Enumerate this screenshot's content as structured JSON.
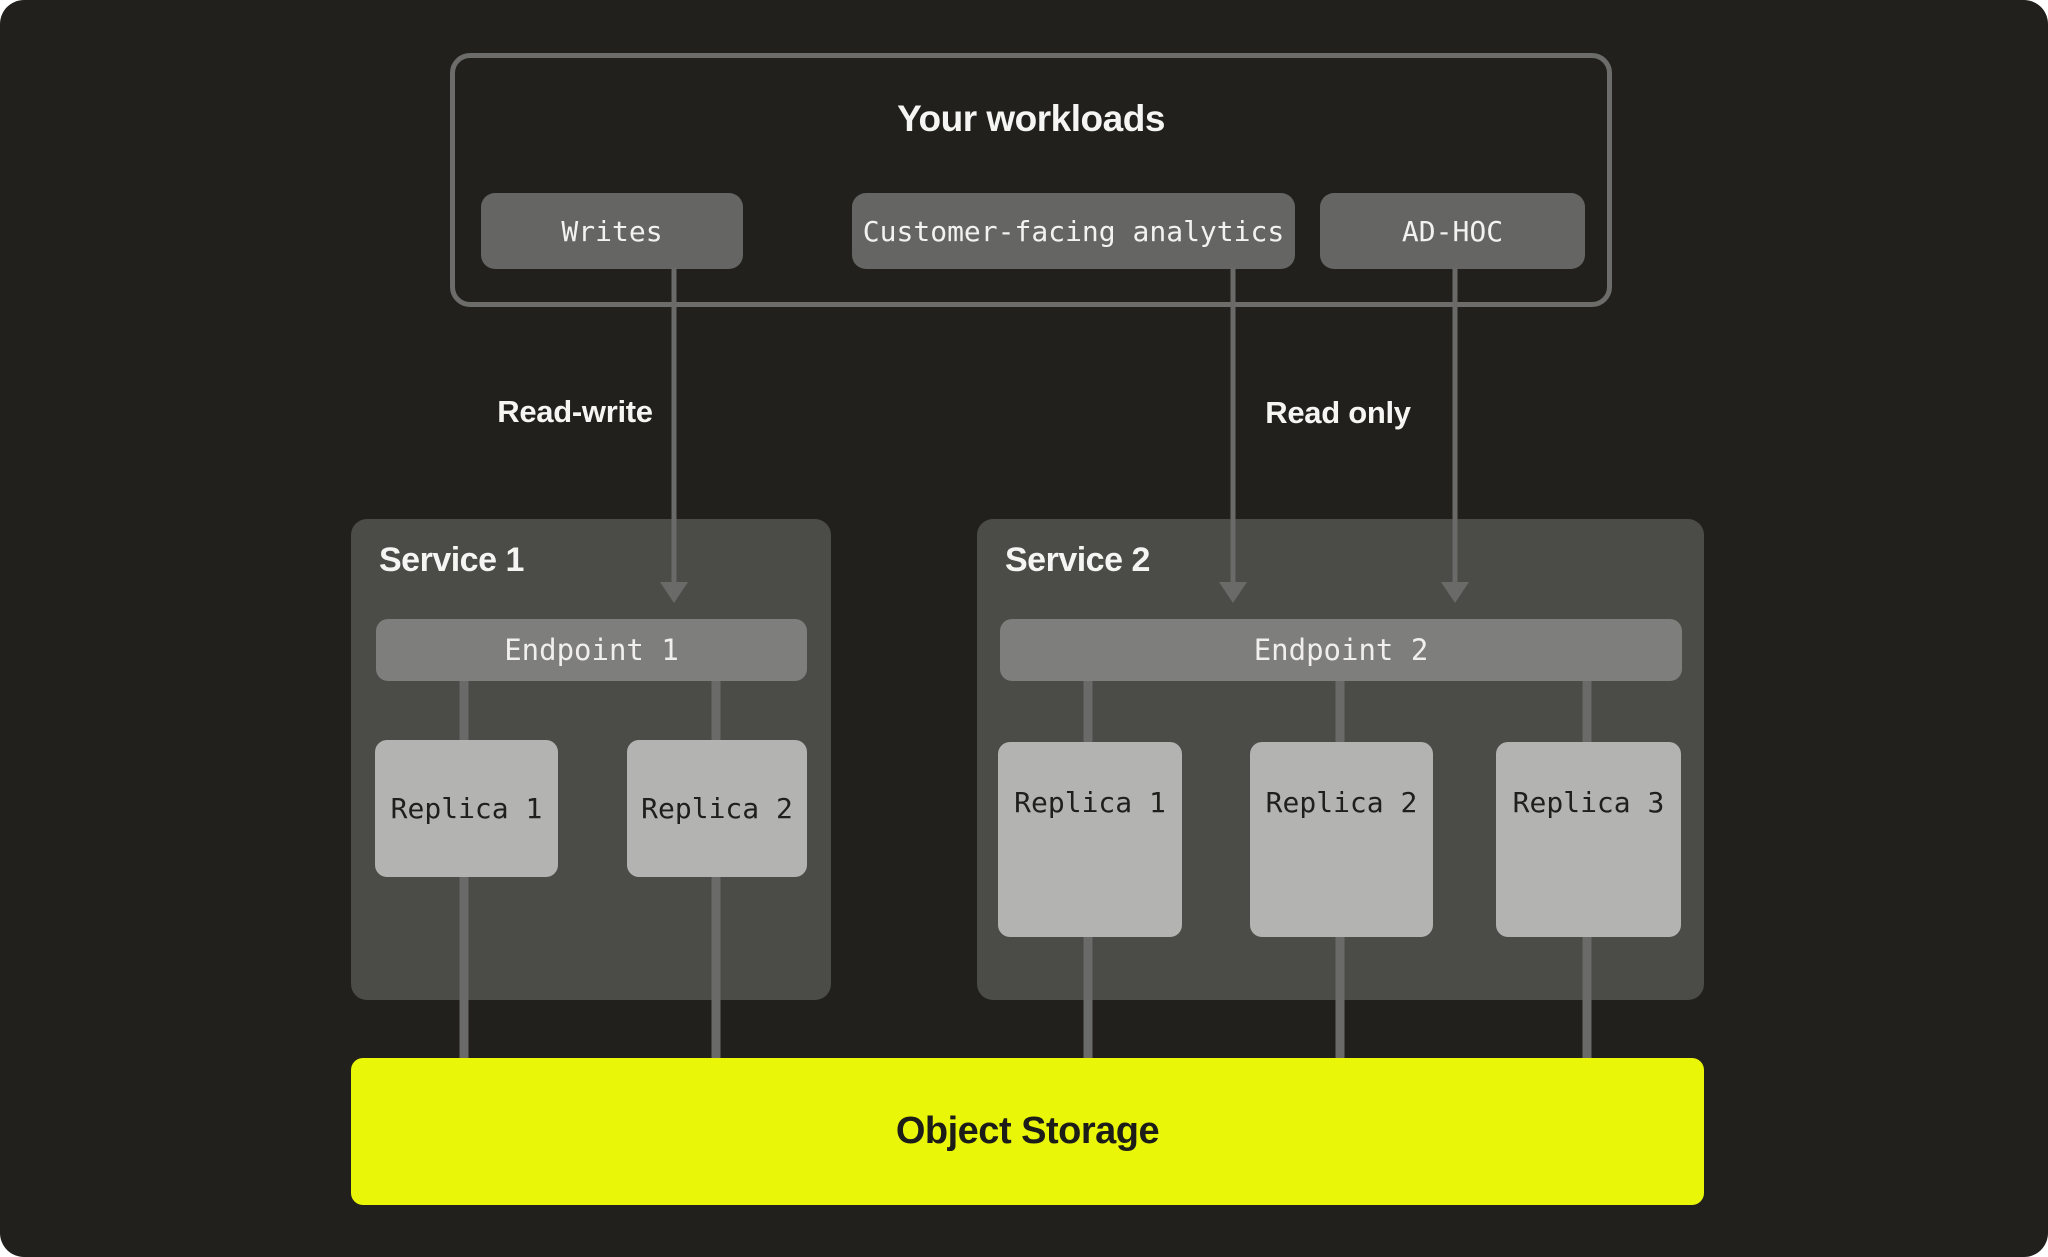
{
  "workloads": {
    "title": "Your workloads",
    "chips": [
      {
        "label": "Writes"
      },
      {
        "label": "Customer-facing analytics"
      },
      {
        "label": "AD-HOC"
      }
    ]
  },
  "edges": {
    "read_write_label": "Read-write",
    "read_only_label": "Read only",
    "connections": [
      {
        "from": "Writes",
        "to": "Endpoint 1",
        "label": "Read-write"
      },
      {
        "from": "Customer-facing analytics",
        "to": "Endpoint 2",
        "label": "Read only"
      },
      {
        "from": "AD-HOC",
        "to": "Endpoint 2",
        "label": "Read only"
      }
    ]
  },
  "services": [
    {
      "title": "Service 1",
      "endpoint": "Endpoint 1",
      "replicas": [
        "Replica 1",
        "Replica 2"
      ]
    },
    {
      "title": "Service 2",
      "endpoint": "Endpoint 2",
      "replicas": [
        "Replica 1",
        "Replica 2",
        "Replica 3"
      ]
    }
  ],
  "storage": {
    "label": "Object Storage"
  },
  "colors": {
    "background": "#21201C",
    "panel_border": "#6C6C6A",
    "chip_bg": "#656563",
    "service_bg": "#4B4B48",
    "endpoint_bg": "#7E7E7C",
    "replica_bg": "#B3B3B1",
    "edge_line": "#6A6A68",
    "storage_accent": "#EAF607",
    "text_light": "#F5F5F3",
    "text_dark": "#1F1F1C"
  }
}
